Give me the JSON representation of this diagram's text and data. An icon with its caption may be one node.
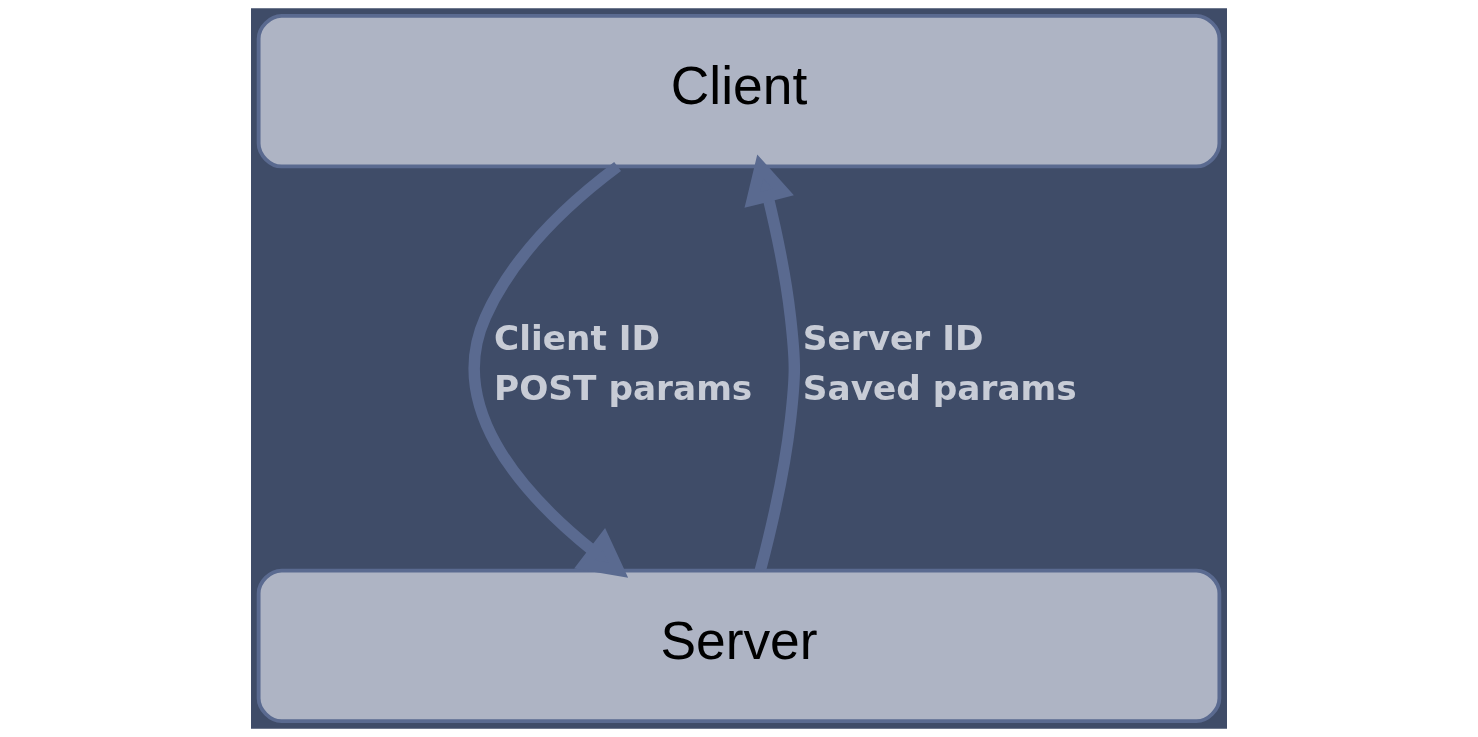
{
  "diagram": {
    "nodes": [
      {
        "text": [
          "Client"
        ]
      },
      {
        "text": [
          "Server"
        ]
      }
    ],
    "edges": [
      {
        "from": 0,
        "to": 1,
        "arrow": "to",
        "label": [
          "Client ID",
          "POST params"
        ]
      },
      {
        "from": 1,
        "to": 0,
        "arrow": "to",
        "label": [
          "Server ID",
          "Saved params"
        ]
      }
    ]
  }
}
